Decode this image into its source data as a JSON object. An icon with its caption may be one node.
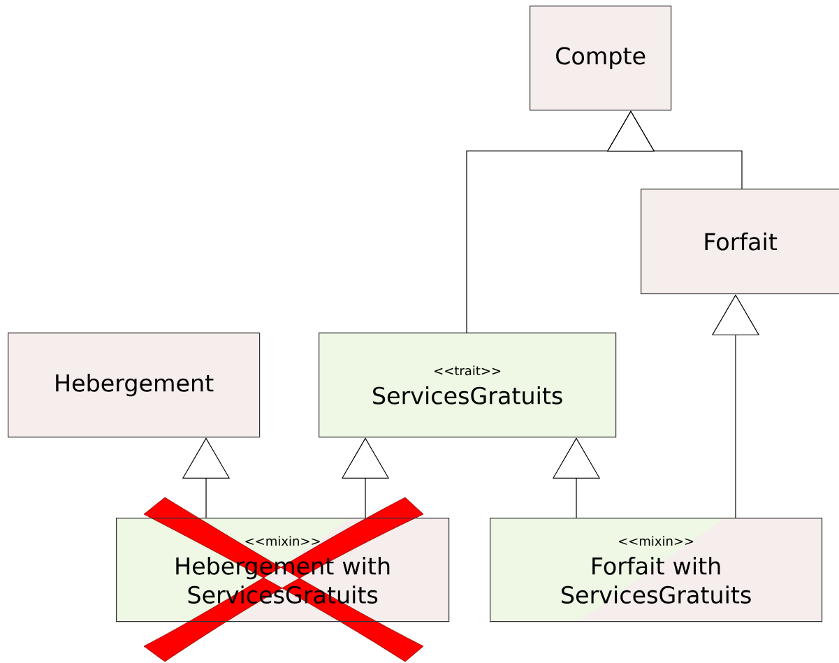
{
  "diagram": {
    "nodes": [
      {
        "text": [
          "Compte"
        ]
      },
      {
        "text": [
          "Forfait"
        ]
      },
      {
        "text": [
          "Hebergement"
        ]
      },
      {
        "text": [
          "<<trait>>",
          "ServicesGratuits"
        ]
      },
      {
        "text": [
          "<<mixin>>",
          "Hebergement with ServicesGratuits"
        ]
      },
      {
        "text": [
          "<<mixin>>",
          "Forfait with ServicesGratuits"
        ]
      }
    ],
    "edges": [
      {
        "from": 3,
        "to": 0,
        "arrow": "to"
      },
      {
        "from": 1,
        "to": 0,
        "arrow": "to"
      },
      {
        "from": 5,
        "to": 1,
        "arrow": "to"
      },
      {
        "from": 4,
        "to": 2,
        "arrow": "to"
      },
      {
        "from": 4,
        "to": 3,
        "arrow": "to"
      },
      {
        "from": 5,
        "to": 3,
        "arrow": "to"
      }
    ]
  }
}
